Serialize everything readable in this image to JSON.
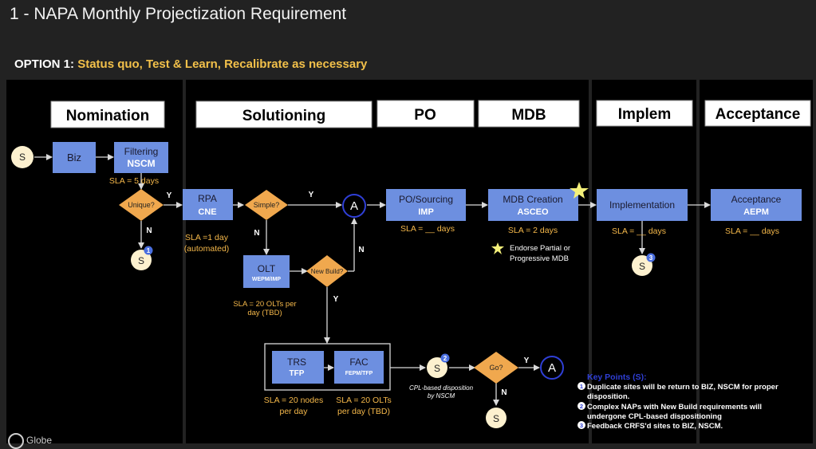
{
  "title": "1 - NAPA Monthly Projectization Requirement",
  "option": {
    "label": "OPTION 1:",
    "text": "Status quo, Test & Learn, Recalibrate as necessary"
  },
  "headers": {
    "nomination": "Nomination",
    "solutioning": "Solutioning",
    "po": "PO",
    "mdb": "MDB",
    "implem": "Implem",
    "acceptance": "Acceptance"
  },
  "nodes": {
    "biz": "Biz",
    "filtering": {
      "line1": "Filtering",
      "line2": "NSCM"
    },
    "rpa": {
      "line1": "RPA",
      "line2": "CNE"
    },
    "olt": {
      "line1": "OLT",
      "line2": "WEPM/IMP"
    },
    "po_sourcing": {
      "line1": "PO/Sourcing",
      "line2": "IMP"
    },
    "mdb_creation": {
      "line1": "MDB Creation",
      "line2": "ASCEO"
    },
    "implementation": "Implementation",
    "acceptance": {
      "line1": "Acceptance",
      "line2": "AEPM"
    },
    "trs": {
      "line1": "TRS",
      "line2": "TFP"
    },
    "fac": {
      "line1": "FAC",
      "line2": "FEPM/TFP"
    }
  },
  "decisions": {
    "unique": "Unique?",
    "simple": "Simple?",
    "new_build": "New Build?",
    "go": "Go?"
  },
  "connectors": {
    "s": "S",
    "a": "A",
    "y": "Y",
    "n": "N"
  },
  "badges": {
    "one": "1",
    "two": "2",
    "three": "3"
  },
  "sla": {
    "filtering": "SLA = 5 days",
    "rpa_line1": "SLA =1 day",
    "rpa_line2": "(automated)",
    "olt_line1": "SLA = 20 OLTs per",
    "olt_line2": "day (TBD)",
    "po": "SLA = __ days",
    "mdb": "SLA = 2 days",
    "implem": "SLA = __ days",
    "acceptance": "SLA = __ days",
    "trs_line1": "SLA = 20 nodes",
    "trs_line2": "per day",
    "fac_line1": "SLA = 20 OLTs",
    "fac_line2": "per day (TBD)"
  },
  "notes": {
    "endorse_line1": "Endorse Partial or",
    "endorse_line2": "Progressive MDB",
    "cpl_line1": "CPL-based disposition",
    "cpl_line2": "by NSCM"
  },
  "key_points": {
    "title": "Key Points (S):",
    "p1_line1": "Duplicate sites will be return to BIZ, NSCM for proper",
    "p1_line2": "disposition.",
    "p2_line1": "Complex NAPs with New Build requirements will",
    "p2_line2": "undergone CPL-based dispositioning",
    "p3_line1": "Feedback CRFS'd sites to BIZ, NSCM."
  },
  "logo": {
    "text": "Globe"
  },
  "colors": {
    "box": "#6d8fe0",
    "decision": "#f0a84e",
    "connector_s": "#fdf1cf",
    "star": "#f4f07a",
    "sla_text": "#f5b84a",
    "key_title": "#2f3fd6",
    "badge": "#4a6fe0"
  }
}
